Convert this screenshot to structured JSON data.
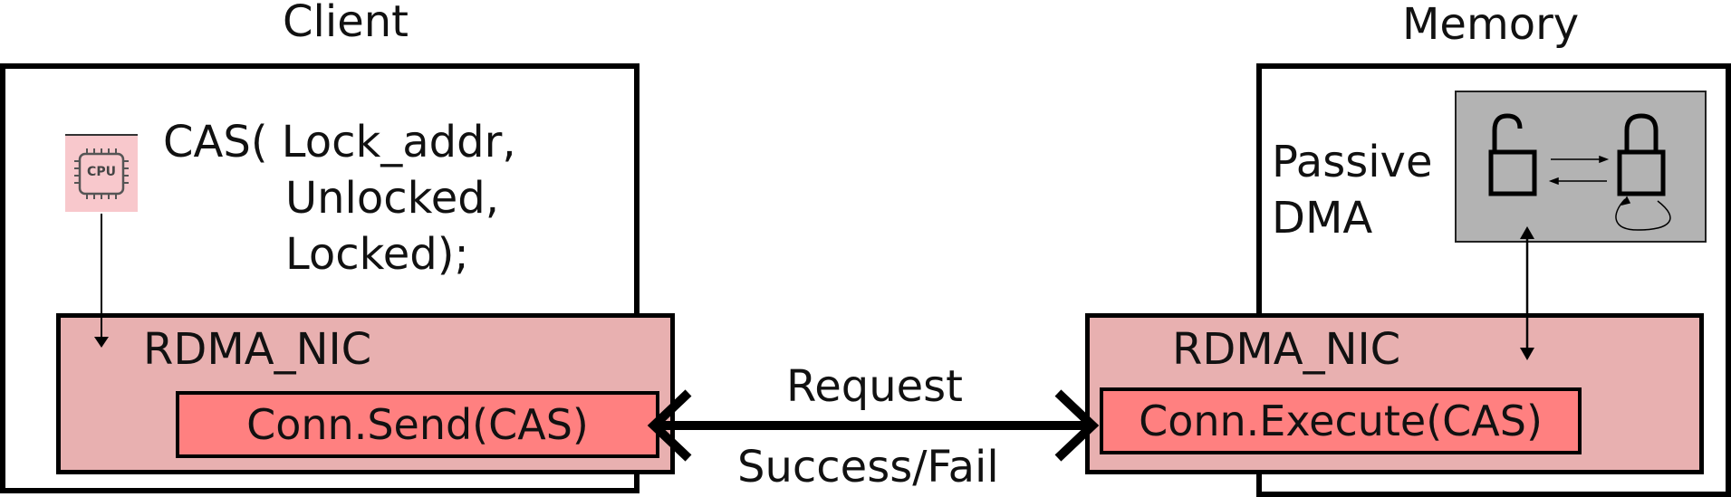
{
  "client": {
    "title": "Client",
    "cpu_icon_text": "CPU",
    "code_line_1": "CAS( Lock_addr,",
    "code_line_2": "Unlocked,",
    "code_line_3": "Locked);",
    "nic_label": "RDMA_NIC",
    "conn_label": "Conn.Send(CAS)",
    "accent_color": "#e8b0b0",
    "conn_color": "#ff8080"
  },
  "memory": {
    "title": "Memory",
    "passive_line_1": "Passive",
    "passive_line_2": "DMA",
    "nic_label": "RDMA_NIC",
    "conn_label": "Conn.Execute(CAS)",
    "panel_color": "#b3b3b3",
    "icons": [
      "unlocked-padlock-icon",
      "locked-padlock-icon"
    ]
  },
  "link": {
    "request_label": "Request",
    "response_label": "Success/Fail"
  }
}
